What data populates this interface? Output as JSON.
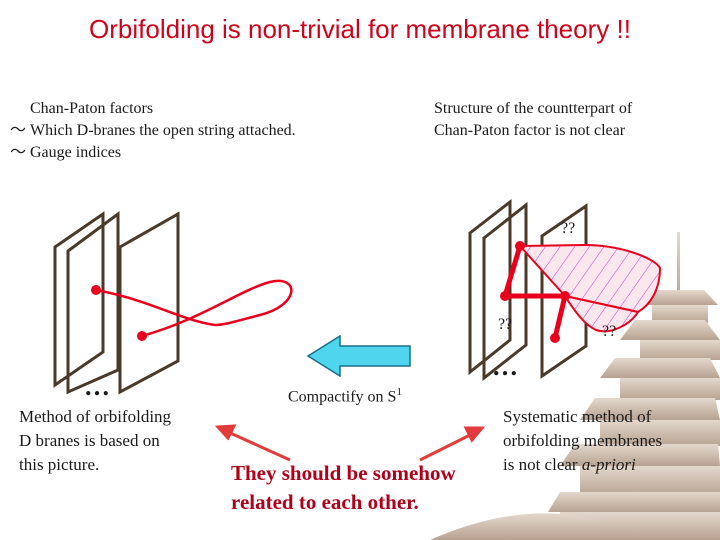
{
  "title": "Orbifolding is non-trivial for membrane theory !!",
  "left_block": {
    "line1": "Chan-Paton factors",
    "line2": "Which D-branes the open string attached.",
    "line3": "Gauge indices",
    "tilde": "～"
  },
  "right_block": {
    "line1": "Structure of the countterpart of",
    "line2": "Chan-Paton factor is not clear"
  },
  "question_marks": [
    "??",
    "??",
    "??"
  ],
  "dots": [
    "…",
    "…"
  ],
  "compactify": {
    "text": "Compactify on S",
    "superscript": "1"
  },
  "method_left": {
    "line1": "Method of orbifolding",
    "line2": "D branes is based on",
    "line3": "this picture."
  },
  "method_right": {
    "line1": "Systematic method of",
    "line2": "orbifolding membranes",
    "line3_prefix": "is not clear ",
    "line3_italic": "a-priori"
  },
  "related": {
    "line1": "They should be somehow",
    "line2": "related to each other."
  },
  "colors": {
    "title": "#d0021b",
    "string": "#e8001c",
    "arrow_fill": "#4fd6ee",
    "pagoda": "#c9b8a9",
    "frame": "#4a3a2a"
  }
}
